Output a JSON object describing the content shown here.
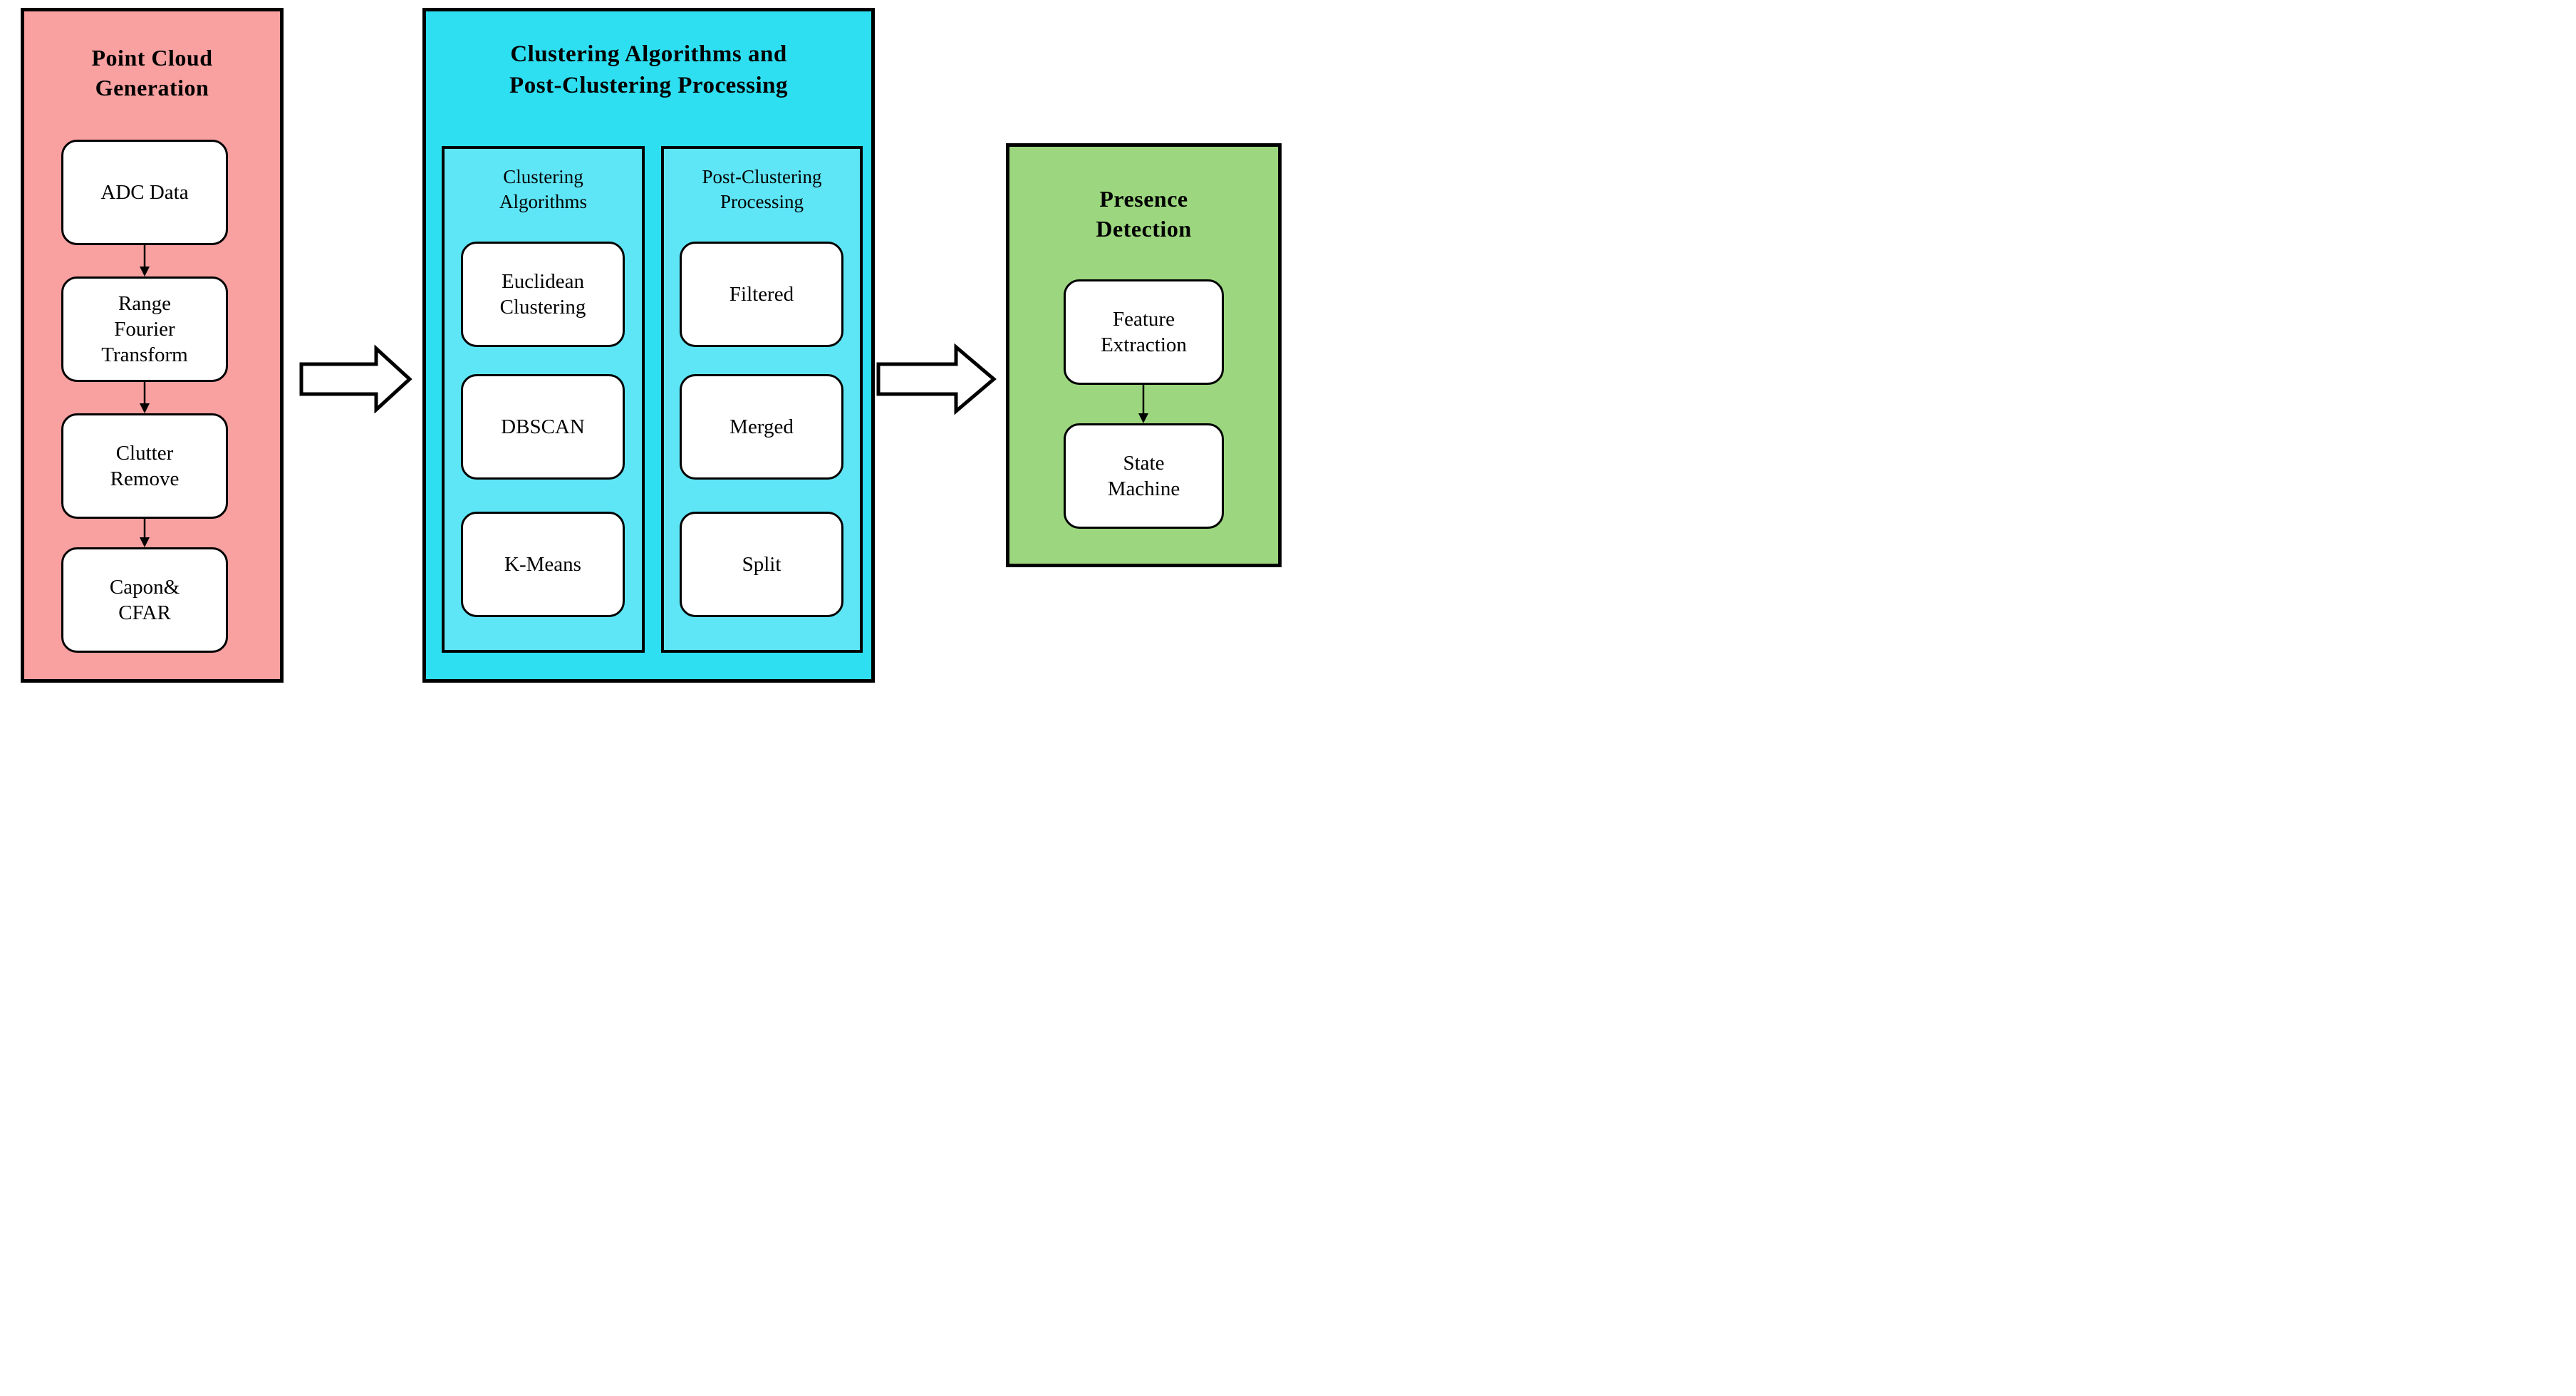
{
  "figure_type": "flowchart",
  "colors": {
    "background": "#ffffff",
    "panel_pink": "#F9A0A0",
    "panel_cyan": "#2EDFF2",
    "subpanel_cyan_light": "#5FE6F6",
    "panel_green": "#9CD67E",
    "box_fill": "#ffffff",
    "outline": "#000000"
  },
  "panels": [
    {
      "id": "point-cloud-generation",
      "title": "Point Cloud\nGeneration",
      "steps": [
        {
          "label": "ADC Data"
        },
        {
          "label": "Range\nFourier\nTransform"
        },
        {
          "label": "Clutter\nRemove"
        },
        {
          "label": "Capon&\nCFAR"
        }
      ]
    },
    {
      "id": "clustering",
      "title": "Clustering Algorithms and\nPost-Clustering Processing",
      "subpanels": [
        {
          "title": "Clustering\nAlgorithms",
          "boxes": [
            {
              "label": "Euclidean\nClustering"
            },
            {
              "label": "DBSCAN"
            },
            {
              "label": "K-Means"
            }
          ]
        },
        {
          "title": "Post-Clustering\nProcessing",
          "boxes": [
            {
              "label": "Filtered"
            },
            {
              "label": "Merged"
            },
            {
              "label": "Split"
            }
          ]
        }
      ]
    },
    {
      "id": "presence-detection",
      "title": "Presence\nDetection",
      "steps": [
        {
          "label": "Feature\nExtraction"
        },
        {
          "label": "State\nMachine"
        }
      ]
    }
  ],
  "arrows": [
    {
      "id": "point-cloud-to-clustering",
      "direction": "right"
    },
    {
      "id": "clustering-to-presence",
      "direction": "right"
    }
  ]
}
